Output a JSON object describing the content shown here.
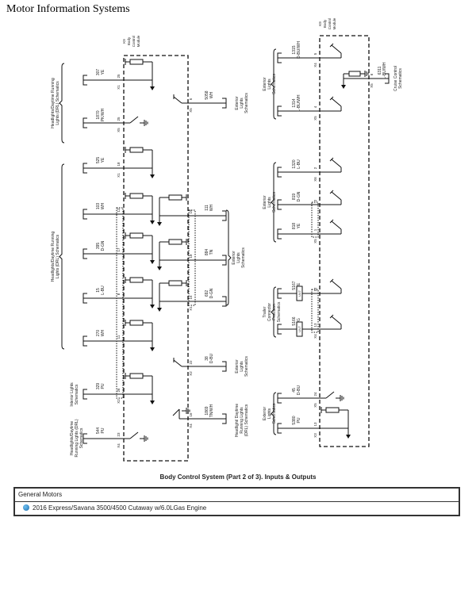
{
  "header": {
    "title": "Motor Information Systems"
  },
  "diagram": {
    "caption": "Body Control System (Part 2 of 3). Inputs & Outputs",
    "module": "K9 Body Control Module",
    "left_circuits": [
      {
        "circuit": "307",
        "color": "YE",
        "pin": "25",
        "conn": "X1",
        "type": "pullup"
      },
      {
        "circuit": "1870",
        "color": "PK/WH",
        "pin": "25",
        "conn": "X5",
        "type": "switch-ground"
      },
      {
        "circuit": "525",
        "color": "YE",
        "pin": "18",
        "conn": "X1",
        "type": "pullup"
      },
      {
        "circuit": "103",
        "color": "WH",
        "pin": "12",
        "conn": "",
        "type": "pullup"
      },
      {
        "circuit": "395",
        "color": "D-GN",
        "pin": "17",
        "conn": "",
        "type": "pullup"
      },
      {
        "circuit": "15",
        "color": "L-BU",
        "pin": "8",
        "conn": "",
        "type": "pullup"
      },
      {
        "circuit": "270",
        "color": "WH",
        "pin": "11",
        "conn": "",
        "type": "pullup"
      },
      {
        "circuit": "329",
        "color": "PU",
        "pin": "26",
        "conn": "X2",
        "type": "pullup"
      },
      {
        "circuit": "544",
        "color": "PU",
        "pin": "23",
        "conn": "X4",
        "type": "switch-ground"
      }
    ],
    "left_groups": [
      {
        "label": "Headlights/Daytime Running Lights (DRL) Schematics"
      },
      {
        "label": "Headlights/Daytime Running Lights (DRL) Schematics"
      },
      {
        "label": "Interior Lights Schematics"
      },
      {
        "label": "Headlights/Daytime Running Lights (DRL) Schematics"
      }
    ],
    "mid_circuits": [
      {
        "circuit": "5058",
        "color": "WH",
        "pin": "5",
        "conn": "X5",
        "type": "switch"
      },
      {
        "circuit": "111",
        "color": "WH",
        "pin": "19",
        "conn": "",
        "type": "pullup"
      },
      {
        "circuit": "884",
        "color": "TN",
        "pin": "18",
        "conn": "",
        "type": "pullup"
      },
      {
        "circuit": "692",
        "color": "D-GN",
        "pin": "15",
        "conn": "X1",
        "type": "pullup"
      },
      {
        "circuit": "38",
        "color": "D-BU",
        "pin": "22",
        "conn": "X2",
        "type": "switch"
      },
      {
        "circuit": "1869",
        "color": "TN/WH",
        "pin": "16",
        "conn": "X4",
        "type": "switch-ground"
      }
    ],
    "mid_groups": [
      {
        "label": "Exterior Lights Schematics"
      },
      {
        "label": "Exterior Lights Schematics"
      },
      {
        "label": "Exterior Lights Schematics"
      },
      {
        "label": "Headlight/ Daytime Running Lights (DRL) Schematics"
      }
    ],
    "right_circuits": [
      {
        "circuit": "1315",
        "color": "D-BU/WH",
        "pin": "5",
        "conn": "X4",
        "type": "switch"
      },
      {
        "circuit": "1314",
        "color": "L-BU/WH",
        "pin": "4",
        "conn": "X5",
        "type": "switch"
      },
      {
        "circuit": "1320",
        "color": "L-BU",
        "pin": "2",
        "conn": "X6",
        "type": "switch"
      },
      {
        "circuit": "819",
        "color": "D-GN",
        "pin": "2",
        "conn": "",
        "type": "switch"
      },
      {
        "circuit": "818",
        "color": "YE",
        "pin": "1",
        "conn": "X5",
        "type": "switch"
      },
      {
        "circuit": "5167",
        "color": "YE",
        "pin": "12",
        "conn": "",
        "type": "switch",
        "inline": "UV7"
      },
      {
        "circuit": "5166",
        "color": "OG",
        "pin": "13",
        "conn": "X4",
        "type": "switch",
        "inline": "UV7"
      },
      {
        "circuit": "45",
        "color": "D-BU",
        "pin": "24",
        "conn": "X5",
        "type": "switch-ground"
      },
      {
        "circuit": "5380",
        "color": "PU",
        "pin": "13",
        "conn": "X3",
        "type": "pullup"
      }
    ],
    "right_groups": [
      {
        "label": "Exterior Lights Schematics"
      },
      {
        "label": "Exterior Lights Schematics"
      },
      {
        "label": "Trailer Connector Provision Schematics"
      },
      {
        "label": "Exterior Lights Schematics"
      }
    ],
    "cruise": {
      "circuit": "6311",
      "color": "L-BU/WH",
      "pin": "6",
      "conn": "X5",
      "label": "Cruise Control Schematics"
    }
  },
  "info": {
    "make": "General Motors",
    "vehicle": "2016 Express/Savana 3500/4500 Cutaway w/6.0LGas Engine"
  }
}
